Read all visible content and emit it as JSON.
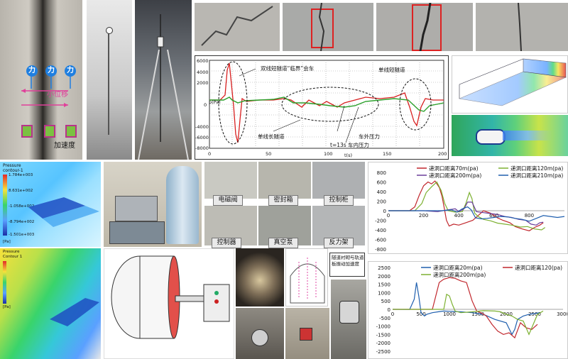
{
  "crack_photo": {
    "force_labels": [
      "力",
      "力",
      "力"
    ],
    "displacement_label": "小位移",
    "acceleration_label": "加速度"
  },
  "pressure_chart_top": {
    "annotations": {
      "double_track_meeting": "双线短隧道“临界”会车",
      "single_short": "单线短隧道",
      "single_long": "单线长隧道",
      "outside_pressure": "车外压力",
      "inside_pressure": "t=13s 车内压力",
      "t_label": "t(s)",
      "p_label": "p(Pa)"
    }
  },
  "cfd_left": {
    "title": "Pressure",
    "subtitle": "contour-1",
    "values": [
      "1.784e+003",
      "8.631e+002",
      "-1.058e+002",
      "-8.794e+002",
      "-1.501e+003"
    ],
    "unit": "[Pa]"
  },
  "cfd_bottom_left": {
    "title": "Pressure",
    "subtitle": "Contour 1",
    "unit": "[Pa]"
  },
  "equipment_captions": {
    "solenoid_valve": "电磁阀",
    "sealed_box": "密封箱",
    "control_box": "控制柜",
    "vacuum_pump": "真空泵",
    "reaction_frame": "反力架",
    "controller": "控制器"
  },
  "tunnel_caption": "隧道衬砌与轨道板振动加速度",
  "chart_right_top": {
    "chart_data": {
      "type": "line",
      "title": "",
      "xlabel": "",
      "ylabel": "",
      "ylim": [
        -800,
        800
      ],
      "xlim": [
        0,
        1000
      ],
      "y_ticks": [
        -800,
        -600,
        -400,
        -200,
        0,
        200,
        400,
        600,
        800
      ],
      "x_ticks": [
        0,
        200,
        400,
        600,
        800
      ],
      "legend_position": "top",
      "series": [
        {
          "name": "递洞口距离70m(pa)",
          "color": "#c1272d",
          "points": [
            [
              0,
              0
            ],
            [
              120,
              0
            ],
            [
              150,
              80
            ],
            [
              175,
              320
            ],
            [
              200,
              520
            ],
            [
              225,
              600
            ],
            [
              245,
              560
            ],
            [
              265,
              620
            ],
            [
              290,
              480
            ],
            [
              305,
              300
            ],
            [
              320,
              0
            ],
            [
              330,
              -200
            ],
            [
              345,
              -320
            ],
            [
              370,
              -280
            ],
            [
              400,
              -300
            ],
            [
              440,
              -250
            ],
            [
              480,
              -200
            ],
            [
              510,
              -100
            ],
            [
              540,
              0
            ],
            [
              580,
              -50
            ],
            [
              620,
              -150
            ],
            [
              650,
              -200
            ],
            [
              690,
              -250
            ],
            [
              720,
              -330
            ],
            [
              760,
              -380
            ],
            [
              800,
              -420
            ],
            [
              830,
              -350
            ],
            [
              860,
              -300
            ],
            [
              880,
              -250
            ]
          ]
        },
        {
          "name": "递洞口距离120m(pa)",
          "color": "#7db132",
          "points": [
            [
              0,
              0
            ],
            [
              150,
              0
            ],
            [
              190,
              150
            ],
            [
              215,
              380
            ],
            [
              245,
              500
            ],
            [
              275,
              600
            ],
            [
              300,
              420
            ],
            [
              320,
              150
            ],
            [
              340,
              0
            ],
            [
              380,
              -30
            ],
            [
              420,
              -20
            ],
            [
              440,
              150
            ],
            [
              460,
              380
            ],
            [
              475,
              250
            ],
            [
              490,
              -50
            ],
            [
              510,
              -120
            ],
            [
              540,
              -180
            ],
            [
              580,
              -210
            ],
            [
              620,
              -260
            ],
            [
              660,
              -280
            ],
            [
              700,
              -300
            ],
            [
              750,
              -340
            ],
            [
              790,
              -330
            ],
            [
              830,
              -380
            ],
            [
              870,
              -400
            ],
            [
              890,
              -350
            ]
          ]
        },
        {
          "name": "递洞口距离200m(pa)",
          "color": "#6a3d9a",
          "points": [
            [
              0,
              0
            ],
            [
              200,
              0
            ],
            [
              280,
              -20
            ],
            [
              340,
              20
            ],
            [
              380,
              40
            ],
            [
              400,
              -20
            ],
            [
              430,
              40
            ],
            [
              450,
              180
            ],
            [
              475,
              180
            ],
            [
              500,
              -20
            ],
            [
              540,
              -40
            ],
            [
              580,
              -60
            ],
            [
              620,
              -80
            ],
            [
              660,
              -120
            ],
            [
              700,
              -140
            ],
            [
              740,
              -180
            ],
            [
              780,
              -200
            ],
            [
              810,
              -280
            ],
            [
              840,
              -300
            ],
            [
              860,
              -250
            ],
            [
              880,
              -240
            ]
          ]
        },
        {
          "name": "递洞口距离210m(pa)",
          "color": "#1f5fae",
          "points": [
            [
              0,
              0
            ],
            [
              300,
              0
            ],
            [
              360,
              20
            ],
            [
              390,
              -30
            ],
            [
              420,
              40
            ],
            [
              450,
              80
            ],
            [
              470,
              20
            ],
            [
              495,
              -150
            ],
            [
              530,
              -170
            ],
            [
              560,
              -160
            ],
            [
              600,
              -140
            ],
            [
              640,
              -120
            ],
            [
              680,
              -130
            ],
            [
              720,
              -160
            ],
            [
              760,
              -180
            ],
            [
              800,
              -220
            ],
            [
              840,
              -160
            ],
            [
              880,
              -100
            ],
            [
              920,
              -120
            ],
            [
              960,
              -140
            ],
            [
              1000,
              -120
            ]
          ]
        }
      ]
    }
  },
  "chart_right_bottom": {
    "chart_data": {
      "type": "line",
      "title": "",
      "xlabel": "",
      "ylabel": "",
      "ylim": [
        -2500,
        2500
      ],
      "xlim": [
        0,
        3000
      ],
      "y_ticks": [
        -2500,
        -2000,
        -1500,
        -1000,
        -500,
        0,
        500,
        1000,
        1500,
        2000,
        2500
      ],
      "x_ticks": [
        0,
        500,
        1000,
        1500,
        2000,
        2500,
        3000
      ],
      "legend_position": "top",
      "series": [
        {
          "name": "递洞口距离20m(pa)",
          "color": "#1f5fae",
          "points": [
            [
              0,
              0
            ],
            [
              300,
              -10
            ],
            [
              380,
              600
            ],
            [
              420,
              1600
            ],
            [
              460,
              800
            ],
            [
              500,
              -200
            ],
            [
              560,
              -400
            ],
            [
              600,
              -300
            ],
            [
              700,
              -200
            ],
            [
              800,
              -150
            ],
            [
              900,
              -100
            ],
            [
              1000,
              -120
            ],
            [
              1200,
              -150
            ],
            [
              1400,
              -200
            ],
            [
              1600,
              -300
            ],
            [
              1800,
              -600
            ],
            [
              2000,
              -800
            ],
            [
              2100,
              -1500
            ],
            [
              2150,
              -1200
            ],
            [
              2200,
              -600
            ],
            [
              2300,
              -400
            ],
            [
              2400,
              -300
            ],
            [
              2500,
              -250
            ],
            [
              2600,
              -200
            ]
          ]
        },
        {
          "name": "递洞口距离120(pa)",
          "color": "#c1272d",
          "points": [
            [
              0,
              0
            ],
            [
              700,
              0
            ],
            [
              760,
              800
            ],
            [
              820,
              1600
            ],
            [
              900,
              1800
            ],
            [
              1000,
              1900
            ],
            [
              1100,
              1850
            ],
            [
              1200,
              1700
            ],
            [
              1300,
              1600
            ],
            [
              1400,
              500
            ],
            [
              1480,
              -100
            ],
            [
              1550,
              -200
            ],
            [
              1650,
              -400
            ],
            [
              1750,
              -900
            ],
            [
              1850,
              -1300
            ],
            [
              1950,
              -1500
            ],
            [
              2050,
              -1400
            ],
            [
              2150,
              -1700
            ],
            [
              2250,
              -800
            ],
            [
              2350,
              -1100
            ],
            [
              2450,
              -1200
            ],
            [
              2550,
              -900
            ]
          ]
        },
        {
          "name": "递洞口距离200m(pa)",
          "color": "#7db132",
          "points": [
            [
              0,
              0
            ],
            [
              900,
              0
            ],
            [
              950,
              900
            ],
            [
              1000,
              800
            ],
            [
              1050,
              300
            ],
            [
              1100,
              -100
            ],
            [
              1200,
              -200
            ],
            [
              1400,
              -150
            ],
            [
              1600,
              -80
            ],
            [
              1800,
              -100
            ],
            [
              1900,
              -150
            ],
            [
              2000,
              -300
            ],
            [
              2100,
              -400
            ],
            [
              2200,
              -600
            ],
            [
              2300,
              -700
            ],
            [
              2400,
              -1500
            ],
            [
              2450,
              -1100
            ],
            [
              2550,
              -300
            ],
            [
              2650,
              -100
            ]
          ]
        }
      ]
    }
  }
}
